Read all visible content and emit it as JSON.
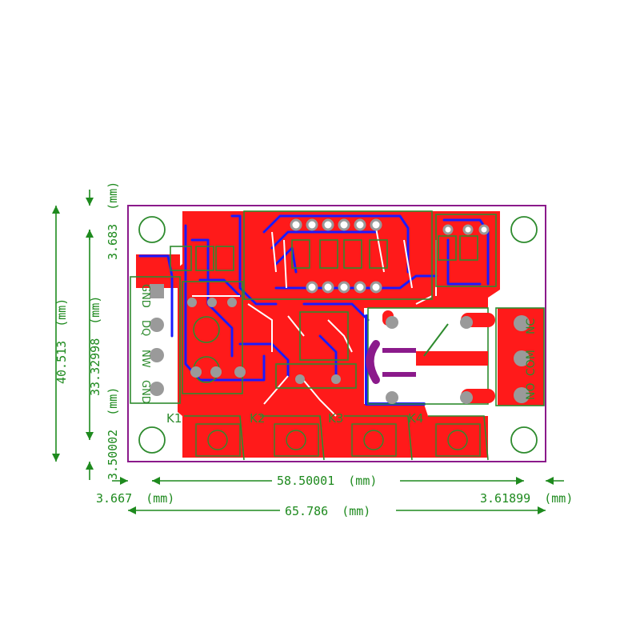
{
  "title": "PCB layout with dimensions",
  "units": "(mm)",
  "dimensions": {
    "overall_height": "40.513",
    "inner_height": "33.32998",
    "top_margin": "3.683",
    "bottom_margin": "3.50002",
    "hole_span_width": "58.50001",
    "left_margin": "3.667",
    "right_margin": "3.61899",
    "overall_width": "65.786"
  },
  "labels": {
    "left_terminal": [
      "GND",
      "DQ",
      "NW",
      "GND"
    ],
    "relay_terminal": [
      "NO",
      "COM",
      "NC"
    ],
    "buttons": [
      "K1",
      "K2",
      "K3",
      "K4"
    ]
  },
  "colors": {
    "board_outline": "#8b1a8b",
    "top_copper": "#ff1a1a",
    "bottom_copper": "#1a1aff",
    "silkscreen": "#2e8b2e",
    "dimension": "#1e8a1e"
  }
}
